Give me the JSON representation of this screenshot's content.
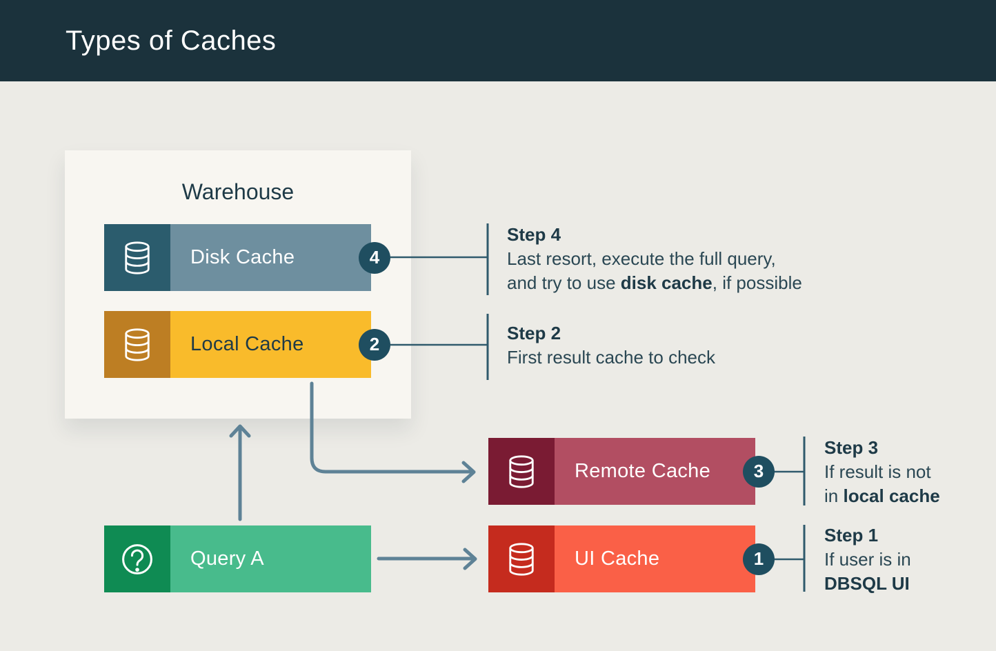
{
  "header": {
    "title": "Types of Caches"
  },
  "warehouse": {
    "label": "Warehouse"
  },
  "nodes": {
    "disk": {
      "label": "Disk Cache",
      "badge": "4"
    },
    "local": {
      "label": "Local Cache",
      "badge": "2"
    },
    "query": {
      "label": "Query A"
    },
    "remote": {
      "label": "Remote Cache",
      "badge": "3"
    },
    "ui": {
      "label": "UI Cache",
      "badge": "1"
    }
  },
  "steps": {
    "step4": {
      "title": "Step 4",
      "line1": "Last resort, execute the full query,",
      "line2_pre": "and try to use ",
      "line2_bold": "disk cache",
      "line2_post": ", if possible"
    },
    "step2": {
      "title": "Step 2",
      "line1": "First result cache to check"
    },
    "step3": {
      "title": "Step 3",
      "line1": "If result is not",
      "line2_pre": "in ",
      "line2_bold": "local cache"
    },
    "step1": {
      "title": "Step 1",
      "line1": "If user is in",
      "line2_bold": "DBSQL UI"
    }
  },
  "icons": {
    "database": "database-icon",
    "question": "question-mark-icon"
  },
  "colors": {
    "header_bg": "#1b323c",
    "page_bg": "#ecebe6",
    "panel_bg": "#f8f6f1",
    "badge": "#1f4e60",
    "arrow": "#5e8296",
    "connector_line": "#2f5a6c",
    "text_dark": "#1e3a47",
    "disk_dark": "#2b5c6d",
    "disk_light": "#6e8f9f",
    "local_dark": "#bd7e23",
    "local_light": "#f9bb2b",
    "query_dark": "#0f8b53",
    "query_light": "#48bb8c",
    "remote_dark": "#7a1b33",
    "remote_light": "#b24e62",
    "ui_dark": "#c52b1e",
    "ui_light": "#fa6047"
  }
}
